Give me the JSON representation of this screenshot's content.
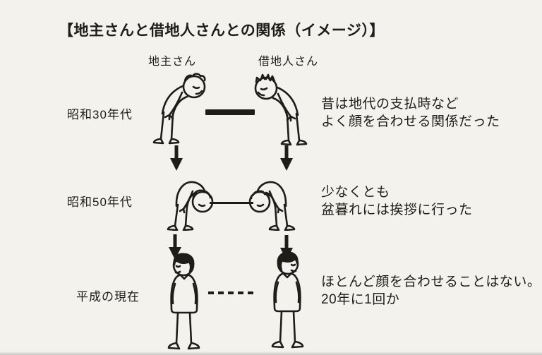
{
  "title": "【地主さんと借地人さんとの関係（イメージ）】",
  "columns": {
    "landlord": "地主さん",
    "tenant": "借地人さん"
  },
  "rows": [
    {
      "era": "昭和30年代",
      "note": [
        "昔は地代の支払時など",
        "よく顔を合わせる関係だった"
      ],
      "link_style": "thick-solid-line",
      "pose": "slight-bow-facing-each-other"
    },
    {
      "era": "昭和50年代",
      "note": [
        "少なくとも",
        "盆暮れには挨拶に行った"
      ],
      "link_style": "thin-solid-line",
      "pose": "deep-bow-facing-each-other"
    },
    {
      "era": "平成の現在",
      "note": [
        "ほとんど顔を合わせることはない。",
        "20年に1回か"
      ],
      "link_style": "dashed-line",
      "pose": "standing-back-to-back"
    }
  ],
  "icons": {
    "progression": "down-arrow"
  },
  "colors": {
    "background": "#f4f2ed",
    "ink": "#1f1d1a"
  }
}
